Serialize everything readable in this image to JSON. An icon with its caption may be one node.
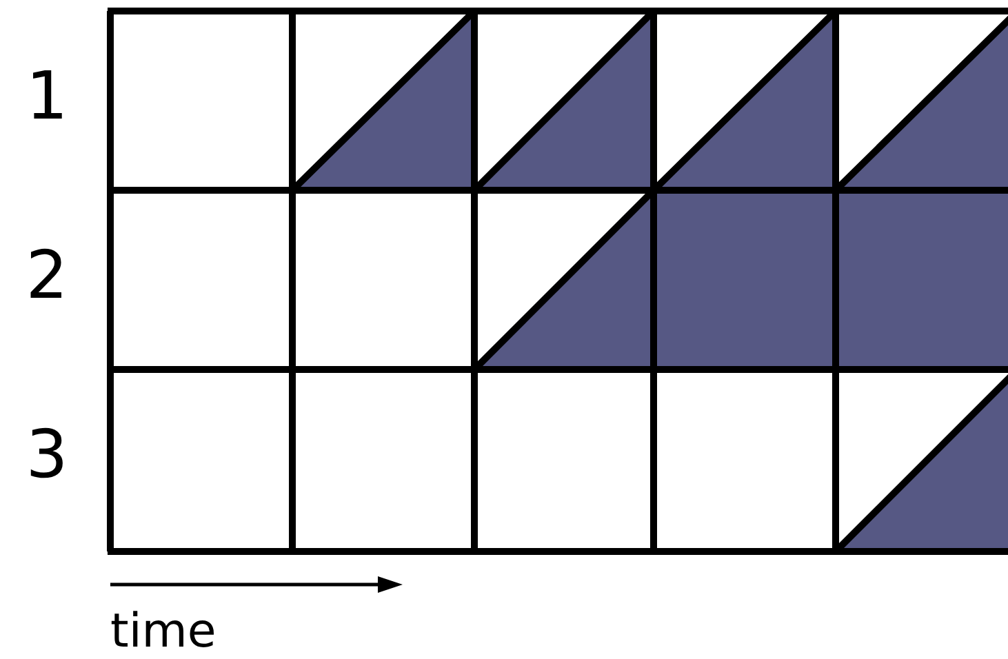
{
  "diagram": {
    "labels": [
      "1",
      "2",
      "3",
      "time"
    ]
  }
}
